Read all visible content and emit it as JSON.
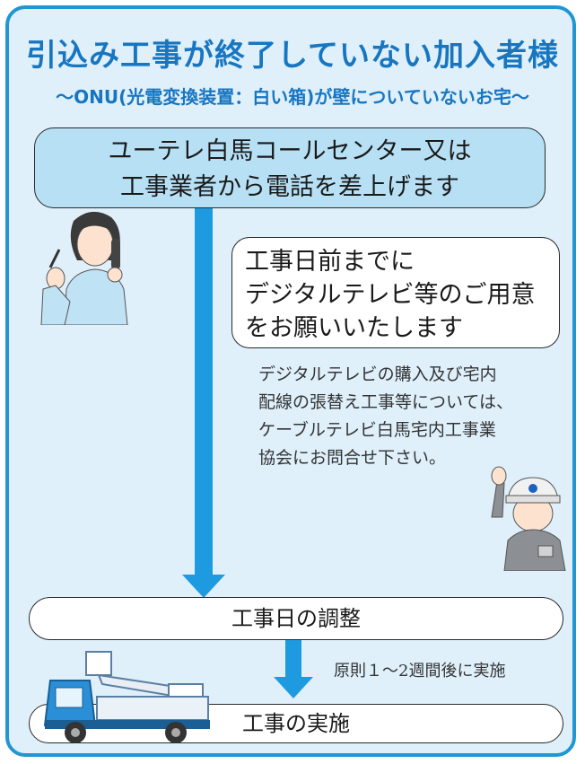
{
  "header": {
    "title": "引込み工事が終了していない加入者様",
    "subtitle": "～ONU(光電変換装置：白い箱)が壁についていないお宅～"
  },
  "steps": {
    "call": [
      "ユーテレ白馬コールセンター又は",
      "工事業者から電話を差上げます"
    ],
    "prepare": [
      "工事日前までに",
      "デジタルテレビ等のご用意",
      "をお願いいたします"
    ],
    "note": [
      "デジタルテレビの購入及び宅内",
      "配線の張替え工事等については、",
      "ケーブルテレビ白馬宅内工事業",
      "協会にお問合せ下さい。"
    ],
    "adjust": "工事日の調整",
    "period": "原則１～2週間後に実施",
    "execute": "工事の実施"
  },
  "colors": {
    "accent": "#1876c1",
    "arrow": "#1e9be0",
    "box": "#b7e0f5",
    "panel": "#dff0fb"
  }
}
